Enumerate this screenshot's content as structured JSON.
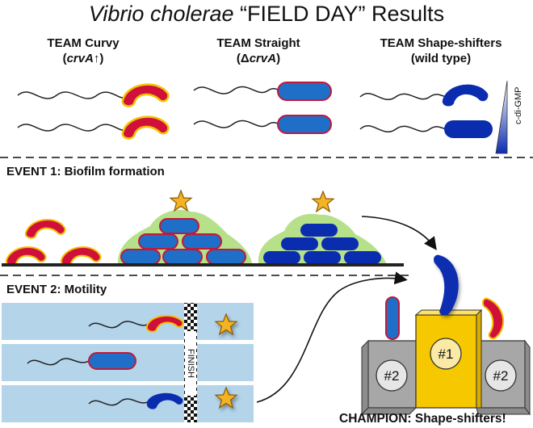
{
  "title": {
    "italic": "Vibrio cholerae",
    "rest": " “FIELD DAY” Results"
  },
  "teams": [
    {
      "name": "TEAM Curvy",
      "sub_pre": "(",
      "sub_it": "crvA",
      "sub_post": "↑)"
    },
    {
      "name": "TEAM Straight",
      "sub_pre": "(Δ",
      "sub_it": "crvA",
      "sub_post": ")"
    },
    {
      "name": "TEAM Shape-shifters",
      "sub_pre": "(wild type)",
      "sub_it": "",
      "sub_post": ""
    }
  ],
  "gradient_label": "c-di-GMP",
  "events": {
    "event1": "EVENT 1: Biofilm formation",
    "event2": "EVENT 2: Motility"
  },
  "finish_label": "FINISH",
  "podium": {
    "first": "#1",
    "second_left": "#2",
    "second_right": "#2"
  },
  "champion": "CHAMPION: Shape-shifters!",
  "colors": {
    "red": "#d0103a",
    "red_outline": "#f2c200",
    "blue": "#1f6fc9",
    "blue_outline": "#c0193a",
    "dark_blue": "#0a2db0",
    "biofilm_green": "#b6e08a",
    "lane_blue": "#b4d4ea",
    "star": "#f3b324",
    "podium_gold": "#f5c800",
    "podium_gray": "#a7a7a7"
  }
}
